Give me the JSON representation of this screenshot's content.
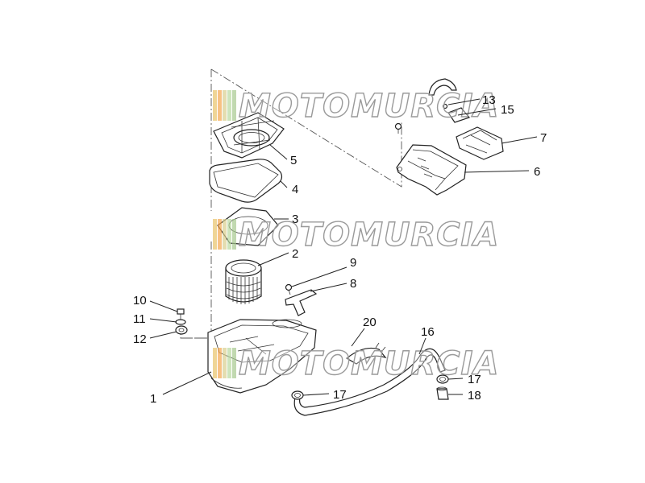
{
  "watermark": {
    "text": "MOTOMURCIA",
    "stripe_colors": [
      "#e8c36a",
      "#f3a64f",
      "#d9cf8e",
      "#b9d9a0",
      "#a7c98f"
    ]
  },
  "callouts": [
    {
      "id": "1",
      "label": "1"
    },
    {
      "id": "2",
      "label": "2"
    },
    {
      "id": "3",
      "label": "3"
    },
    {
      "id": "4",
      "label": "4"
    },
    {
      "id": "5",
      "label": "5"
    },
    {
      "id": "6",
      "label": "6"
    },
    {
      "id": "7",
      "label": "7"
    },
    {
      "id": "8",
      "label": "8"
    },
    {
      "id": "9",
      "label": "9"
    },
    {
      "id": "10",
      "label": "10"
    },
    {
      "id": "11",
      "label": "11"
    },
    {
      "id": "12",
      "label": "12"
    },
    {
      "id": "13",
      "label": "13"
    },
    {
      "id": "15",
      "label": "15"
    },
    {
      "id": "16",
      "label": "16"
    },
    {
      "id": "17a",
      "label": "17"
    },
    {
      "id": "17b",
      "label": "17"
    },
    {
      "id": "18",
      "label": "18"
    },
    {
      "id": "20",
      "label": "20"
    }
  ]
}
